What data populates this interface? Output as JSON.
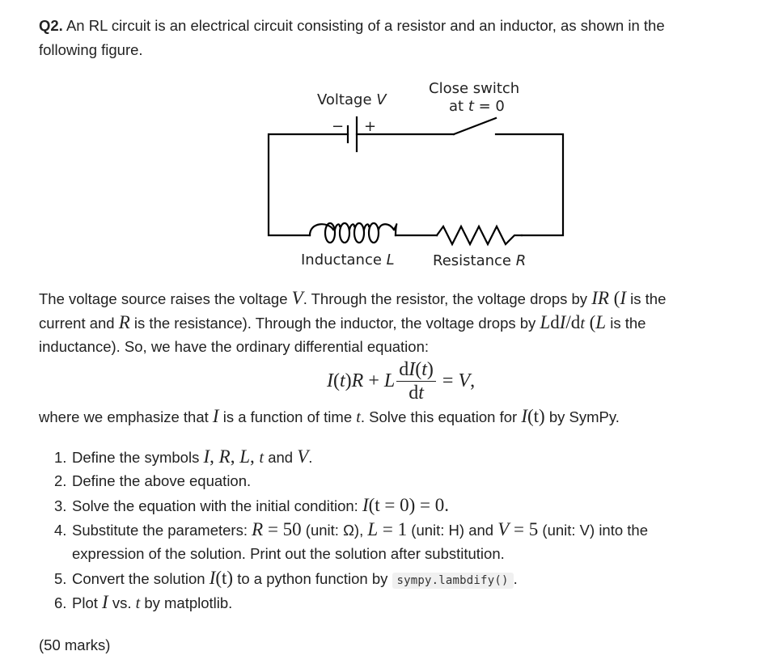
{
  "question": {
    "label": "Q2.",
    "intro_line1": " An RL circuit is an electrical circuit consisting of a resistor and an inductor, as shown in the",
    "intro_line2": "following figure."
  },
  "circuit": {
    "voltage_label": "Voltage ",
    "voltage_symbol": "V",
    "minus_sign": "−",
    "plus_sign": "+",
    "switch_label_line1": "Close switch",
    "switch_label_line2_prefix": "at ",
    "switch_label_line2_var": "t",
    "switch_label_line2_suffix": " = 0",
    "inductance_label": "Inductance ",
    "inductance_symbol": "L",
    "resistance_label": "Resistance ",
    "resistance_symbol": "R",
    "wire_color": "#000000"
  },
  "paragraph": {
    "p1_a": "The voltage source raises the voltage ",
    "p1_V": "V",
    "p1_b": ". Through the resistor, the voltage drops by ",
    "p1_IR": "IR",
    "p1_c": " (",
    "p1_I": "I",
    "p1_d": " is the",
    "p2_a": "current and ",
    "p2_R": "R",
    "p2_b": " is the resistance). Through the inductor, the voltage drops by ",
    "p2_L": "L",
    "p2_d": "d",
    "p2_I": "I",
    "p2_slash": "/d",
    "p2_t": "t",
    "p2_c": " (",
    "p2_L2": "L",
    "p2_e": " is the",
    "p3": "inductance). So, we have the ordinary differential equation:"
  },
  "equation": {
    "lhs_I": "I",
    "lhs_t_paren_open": "(",
    "lhs_t": "t",
    "lhs_t_paren_close": ")",
    "lhs_R": "R",
    "plus": " + ",
    "L": "L",
    "num_d": "d",
    "num_I": "I",
    "num_open": "(",
    "num_t": "t",
    "num_close": ")",
    "den_d": "d",
    "den_t": "t",
    "equals": " = ",
    "rhs_V": "V",
    "comma": ","
  },
  "after_eq": {
    "a": "where we emphasize that ",
    "I": "I",
    "b": " is a function of time ",
    "t": "t",
    "c": ". Solve this equation for ",
    "It_I": "I",
    "It_rest": "(t)",
    "d": " by SymPy."
  },
  "tasks": [
    {
      "num": "1.",
      "a": "Define the symbols ",
      "s1": "I",
      "c1": ", ",
      "s2": "R",
      "c2": ", ",
      "s3": "L",
      "c3": ", ",
      "s4": "t",
      "c4": " and ",
      "s5": "V",
      "end": "."
    },
    {
      "num": "2.",
      "text": "Define the above equation."
    },
    {
      "num": "3.",
      "a": "Solve the equation with the initial condition: ",
      "I": "I",
      "expr": "(t = 0) = 0."
    },
    {
      "num": "4.",
      "a": "Substitute the parameters: ",
      "R": "R",
      "Rv": " = 50",
      "Ru": " (unit: Ω), ",
      "L": "L",
      "Lv": " = 1",
      "Lu": " (unit: H) and ",
      "V": "V",
      "Vv": " = 5",
      "Vu": " (unit: V) into the",
      "line2": "expression of the solution. Print out the solution after substitution."
    },
    {
      "num": "5.",
      "a": "Convert the solution ",
      "I": "I",
      "It": "(t)",
      "b": " to a python function by ",
      "code": "sympy.lambdify()",
      "end": "."
    },
    {
      "num": "6.",
      "a": "Plot ",
      "I": "I",
      "b": " vs. ",
      "t": "t",
      "c": " by matplotlib."
    }
  ],
  "marks": "(50 marks)"
}
